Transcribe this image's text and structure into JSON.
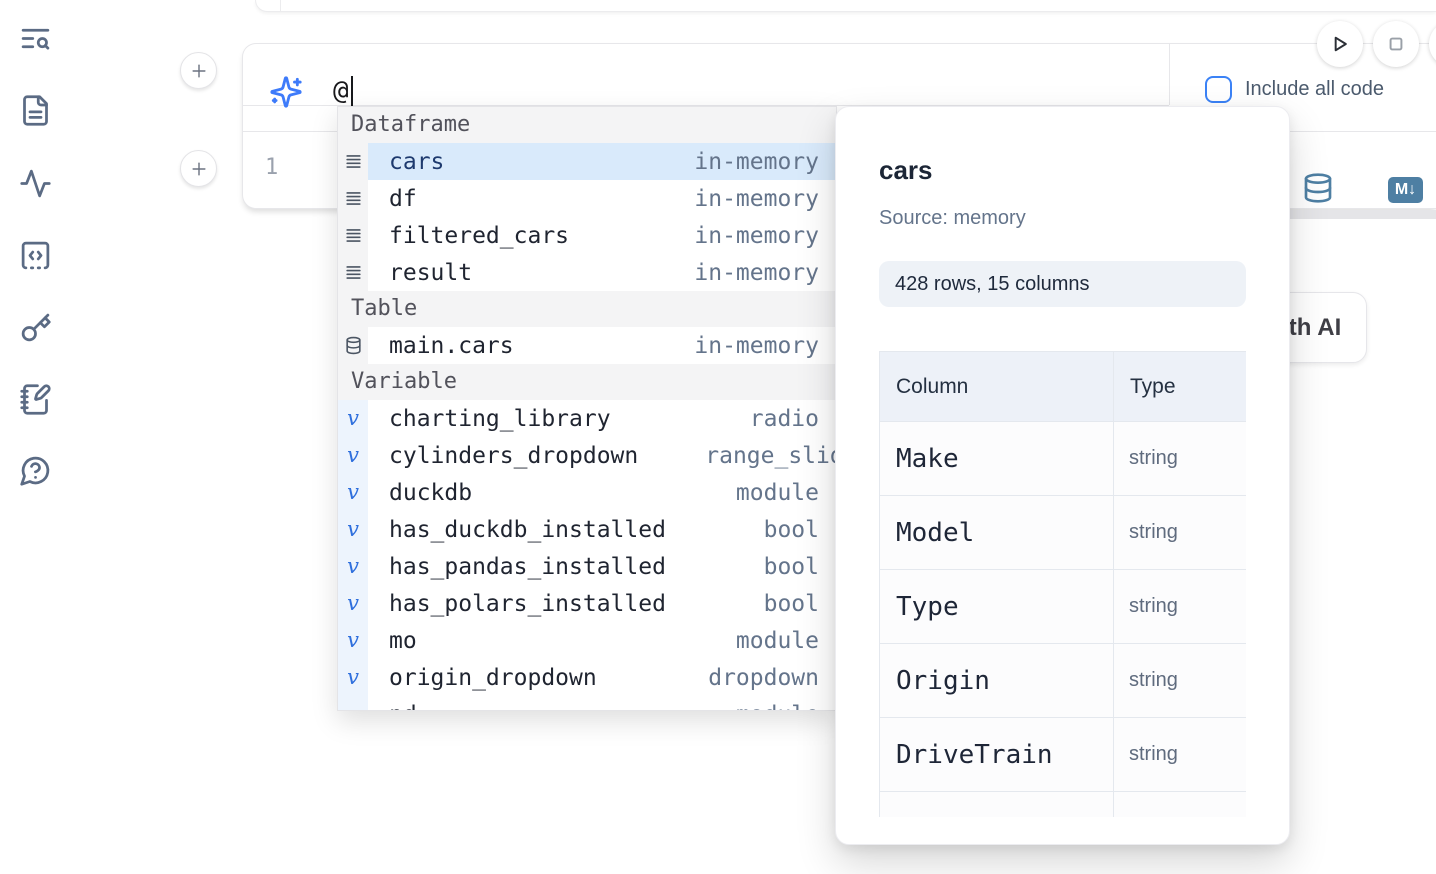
{
  "icons": {
    "sidebar": [
      "toc-search",
      "file-explorer",
      "tracing-activity",
      "snippets",
      "secrets-key",
      "scratchpad-notebook",
      "help-chat"
    ],
    "misc": [
      "add-cell-plus",
      "ai-sparkles",
      "run-play",
      "stop-square",
      "dataframe-rows",
      "table-database",
      "variable-v",
      "sql-database",
      "markdown-badge"
    ]
  },
  "run_controls": {
    "include_all_code_label": "Include all code"
  },
  "ai_prompt": {
    "value": "@"
  },
  "editor": {
    "line_number": "1",
    "markdown_badge_label": "M↓"
  },
  "generate_button_label": "Generate with AI",
  "completion_menu": {
    "sections": [
      {
        "label": "Dataframe",
        "items": [
          {
            "name": "cars",
            "type": "in-memory",
            "selected": true
          },
          {
            "name": "df",
            "type": "in-memory"
          },
          {
            "name": "filtered_cars",
            "type": "in-memory"
          },
          {
            "name": "result",
            "type": "in-memory"
          }
        ]
      },
      {
        "label": "Table",
        "items": [
          {
            "name": "main.cars",
            "type": "in-memory"
          }
        ]
      },
      {
        "label": "Variable",
        "items": [
          {
            "name": "charting_library",
            "type": "radio"
          },
          {
            "name": "cylinders_dropdown",
            "type": "range_slider"
          },
          {
            "name": "duckdb",
            "type": "module"
          },
          {
            "name": "has_duckdb_installed",
            "type": "bool"
          },
          {
            "name": "has_pandas_installed",
            "type": "bool"
          },
          {
            "name": "has_polars_installed",
            "type": "bool"
          },
          {
            "name": "mo",
            "type": "module"
          },
          {
            "name": "origin_dropdown",
            "type": "dropdown"
          },
          {
            "name": "pd",
            "type": "module"
          }
        ]
      }
    ]
  },
  "preview": {
    "title": "cars",
    "source": "Source: memory",
    "shape": "428 rows, 15 columns",
    "table": {
      "headers": [
        "Column",
        "Type"
      ],
      "rows": [
        [
          "Make",
          "string"
        ],
        [
          "Model",
          "string"
        ],
        [
          "Type",
          "string"
        ],
        [
          "Origin",
          "string"
        ],
        [
          "DriveTrain",
          "string"
        ]
      ]
    }
  },
  "colors": {
    "accent": "#3b82f6",
    "steel_blue": "#4e7fa3",
    "selection": "#d9eafb"
  }
}
